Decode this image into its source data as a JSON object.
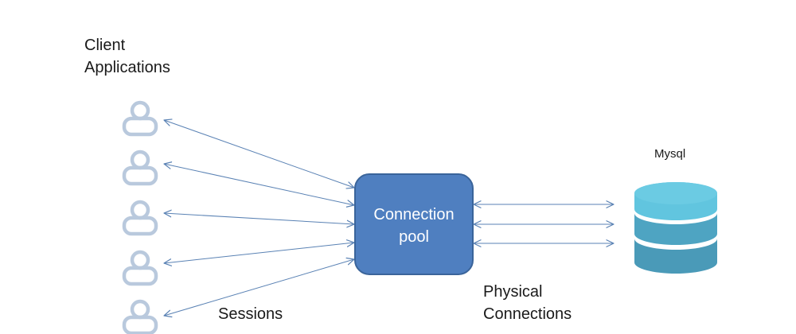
{
  "labels": {
    "client_line1": "Client",
    "client_line2": "Applications",
    "pool_line1": "Connection",
    "pool_line2": "pool",
    "database": "Mysql",
    "sessions": "Sessions",
    "physical_line1": "Physical",
    "physical_line2": "Connections"
  },
  "colors": {
    "client_icon": "#b9c9dd",
    "arrow": "#5a82b4",
    "pool_fill": "#4f7fc0",
    "pool_border": "#3a649a",
    "pool_text": "#ffffff",
    "db_top": "#61c5df",
    "db_mid": "#4ea4c2",
    "db_bottom": "#4a9ab8"
  },
  "icons": {
    "client": "person-outline-icon",
    "database": "database-cylinder-icon"
  }
}
